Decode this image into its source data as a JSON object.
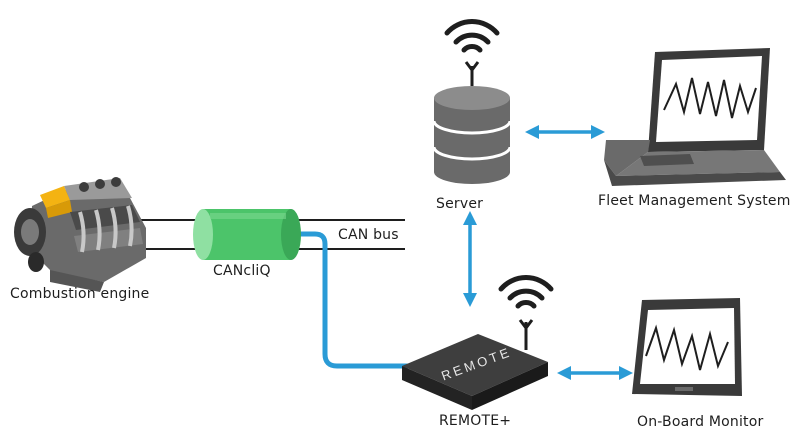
{
  "nodes": {
    "engine": {
      "label": "Combustion engine"
    },
    "canliq": {
      "label": "CANcliQ"
    },
    "canbus": {
      "label": "CAN bus"
    },
    "server": {
      "label": "Server"
    },
    "fleet": {
      "label": "Fleet Management System"
    },
    "remote": {
      "label": "REMOTE+",
      "device_text": "REMOTE"
    },
    "monitor": {
      "label": "On-Board Monitor"
    }
  },
  "colors": {
    "connector": "#2a9bd6",
    "canliq": "#4cc46a",
    "engine_accent": "#f4b312",
    "device_dark": "#2e2e2e",
    "lines": "#1e1e1e"
  },
  "icons": [
    "wifi-icon",
    "antenna-icon",
    "database-icon",
    "laptop-icon",
    "tablet-icon",
    "engine-icon"
  ]
}
